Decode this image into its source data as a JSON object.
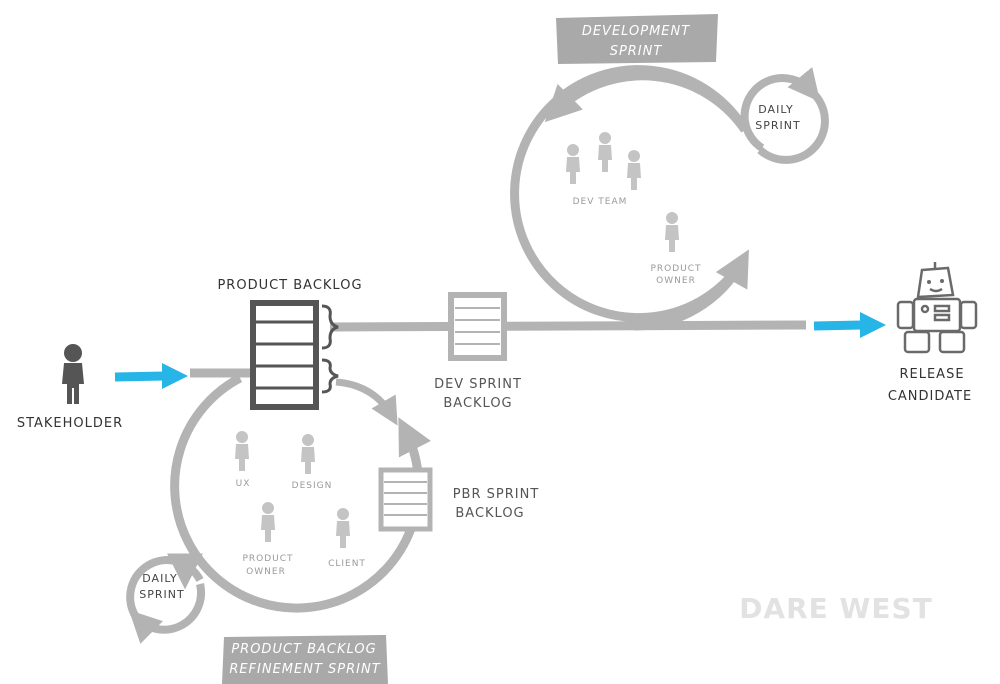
{
  "labels": {
    "dev_sprint_banner": [
      "DEVELOPMENT",
      "SPRINT"
    ],
    "daily_sprint_top": [
      "DAILY",
      "SPRINT"
    ],
    "dev_team": "DEV TEAM",
    "product_owner_top": [
      "PRODUCT",
      "OWNER"
    ],
    "product_backlog": "PRODUCT BACKLOG",
    "dev_sprint_backlog": [
      "DEV SPRINT",
      "BACKLOG"
    ],
    "release_candidate": [
      "RELEASE",
      "CANDIDATE"
    ],
    "stakeholder": "STAKEHOLDER",
    "ux": "UX",
    "design": "DESIGN",
    "product_owner_bottom": [
      "PRODUCT",
      "OWNER"
    ],
    "client": "CLIENT",
    "pbr_sprint_backlog": [
      "PBR SPRINT",
      "BACKLOG"
    ],
    "daily_sprint_bottom": [
      "DAILY",
      "SPRINT"
    ],
    "pbr_banner": [
      "PRODUCT BACKLOG",
      "REFINEMENT SPRINT"
    ],
    "brand": "DARE WEST"
  },
  "colors": {
    "accent": "#27b4e6",
    "flow": "#b3b3b3",
    "dark": "#555555",
    "banner": "#a9a9a9",
    "person_light": "#c4c4c4",
    "person_dark": "#555555",
    "brand": "#e2e2e2"
  },
  "icons": [
    "stakeholder-icon",
    "robot-icon",
    "person-icon",
    "backlog-icon",
    "arrow-icon"
  ]
}
